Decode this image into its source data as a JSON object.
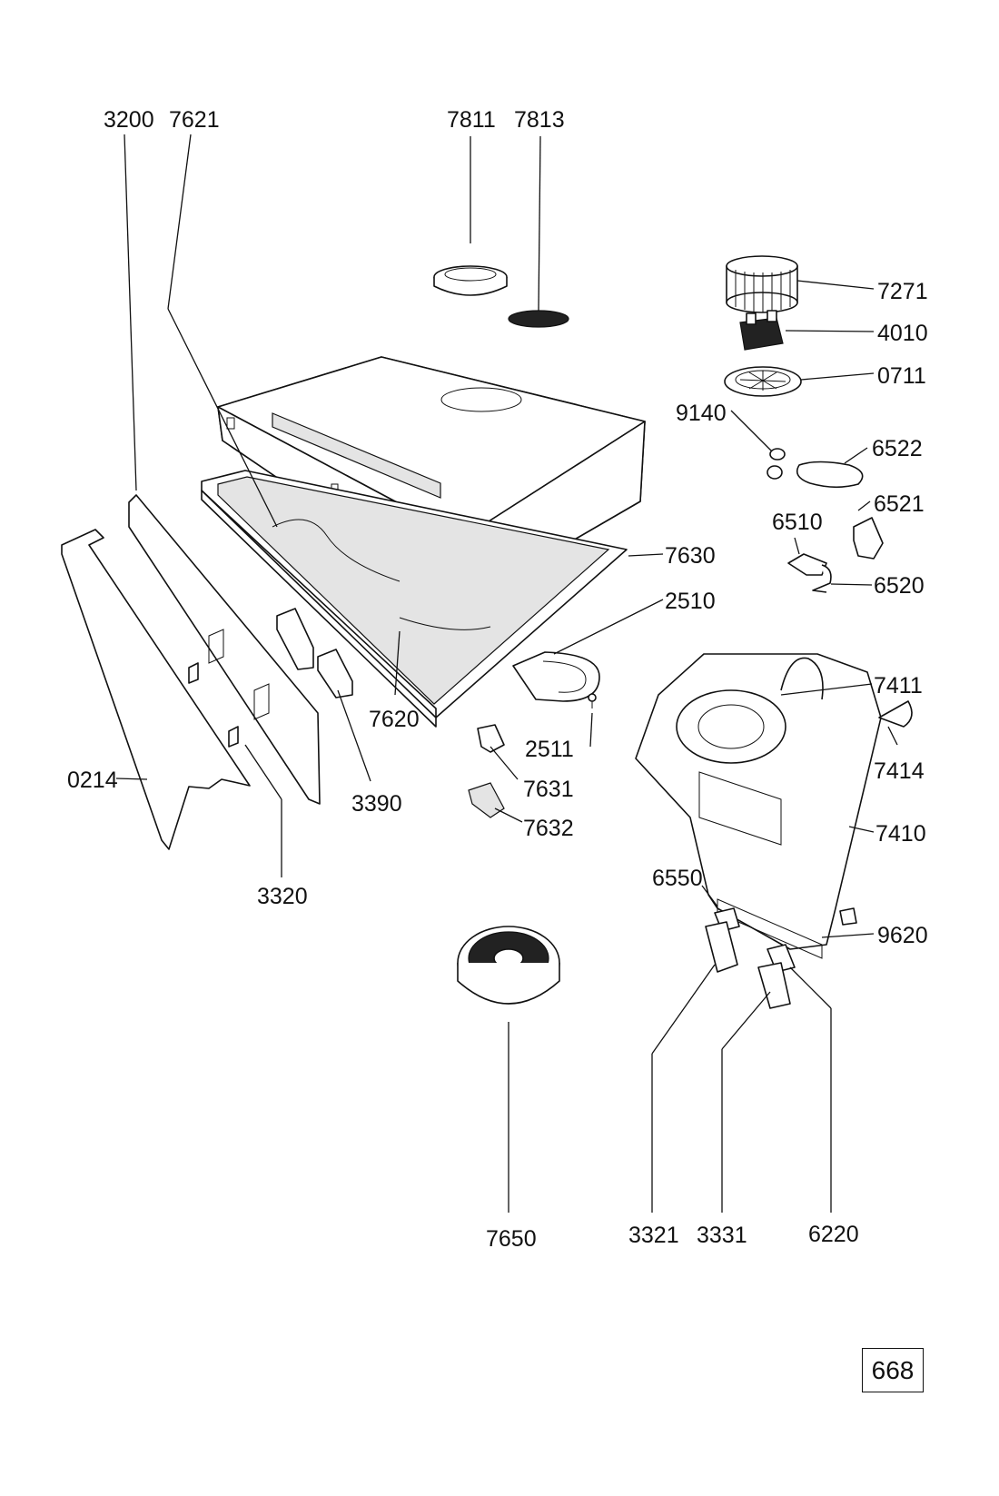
{
  "page_number": "668",
  "callouts": [
    {
      "id": "c3200",
      "text": "3200"
    },
    {
      "id": "c7621",
      "text": "7621"
    },
    {
      "id": "c7811",
      "text": "7811"
    },
    {
      "id": "c7813",
      "text": "7813"
    },
    {
      "id": "c7271",
      "text": "7271"
    },
    {
      "id": "c4010",
      "text": "4010"
    },
    {
      "id": "c0711",
      "text": "0711"
    },
    {
      "id": "c9140",
      "text": "9140"
    },
    {
      "id": "c6522",
      "text": "6522"
    },
    {
      "id": "c6521",
      "text": "6521"
    },
    {
      "id": "c6510",
      "text": "6510"
    },
    {
      "id": "c6520",
      "text": "6520"
    },
    {
      "id": "c7630",
      "text": "7630"
    },
    {
      "id": "c2510",
      "text": "2510"
    },
    {
      "id": "c7411",
      "text": "7411"
    },
    {
      "id": "c7414",
      "text": "7414"
    },
    {
      "id": "c7410",
      "text": "7410"
    },
    {
      "id": "c7620",
      "text": "7620"
    },
    {
      "id": "c2511",
      "text": "2511"
    },
    {
      "id": "c7631",
      "text": "7631"
    },
    {
      "id": "c7632",
      "text": "7632"
    },
    {
      "id": "c0214",
      "text": "0214"
    },
    {
      "id": "c3390",
      "text": "3390"
    },
    {
      "id": "c3320",
      "text": "3320"
    },
    {
      "id": "c6550",
      "text": "6550"
    },
    {
      "id": "c9620",
      "text": "9620"
    },
    {
      "id": "c7650",
      "text": "7650"
    },
    {
      "id": "c3321",
      "text": "3321"
    },
    {
      "id": "c3331",
      "text": "3331"
    },
    {
      "id": "c6220",
      "text": "6220"
    }
  ]
}
